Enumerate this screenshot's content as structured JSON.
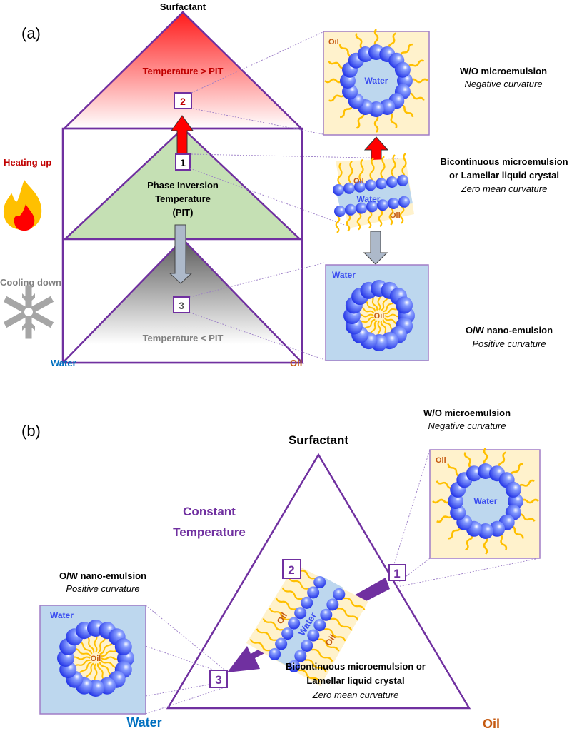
{
  "colors": {
    "frame": "#7030a0",
    "hot": "#e00000",
    "hot_text": "#c00000",
    "cold_text": "#808080",
    "water_text": "#0070c0",
    "oil_text": "#c55a11",
    "pit_fill": "#c5e0b4",
    "oil_bg": "#fff2cc",
    "water_bg": "#bdd7ee",
    "bead": "#3a4cf0",
    "tail": "#ffc000",
    "gray_arrow": "#adb9ca"
  },
  "panel_a": {
    "label": "(a)",
    "apex_label": "Surfactant",
    "water_label": "Water",
    "oil_label": "Oil",
    "hot_zone": "Temperature > PIT",
    "cold_zone": "Temperature < PIT",
    "pit_lines": [
      "Phase Inversion",
      "Temperature",
      "(PIT)"
    ],
    "heating": "Heating up",
    "cooling": "Cooling down",
    "points": [
      "1",
      "2",
      "3"
    ],
    "structures": [
      {
        "title": "W/O microemulsion",
        "subtitle": "Negative curvature",
        "inner": "Water",
        "outer": "Oil"
      },
      {
        "title_lines": [
          "Bicontinuous microemulsion",
          "or  Lamellar liquid crystal"
        ],
        "subtitle": "Zero mean curvature",
        "oil": "Oil",
        "water": "Water"
      },
      {
        "title": "O/W nano-emulsion",
        "subtitle": "Positive curvature",
        "inner": "Oil",
        "outer": "Water"
      }
    ]
  },
  "panel_b": {
    "label": "(b)",
    "apex_label": "Surfactant",
    "water_label": "Water",
    "oil_label": "Oil",
    "condition_lines": [
      "Constant",
      "Temperature"
    ],
    "points": [
      "1",
      "2",
      "3"
    ],
    "structures": [
      {
        "title": "W/O microemulsion",
        "subtitle": "Negative curvature",
        "inner": "Water",
        "outer": "Oil"
      },
      {
        "title_lines": [
          "Bicontinuous microemulsion or",
          "Lamellar liquid crystal"
        ],
        "subtitle": "Zero mean curvature",
        "oil": "Oil",
        "water": "Water"
      },
      {
        "title": "O/W nano-emulsion",
        "subtitle": "Positive curvature",
        "inner": "Oil",
        "outer": "Water"
      }
    ]
  }
}
